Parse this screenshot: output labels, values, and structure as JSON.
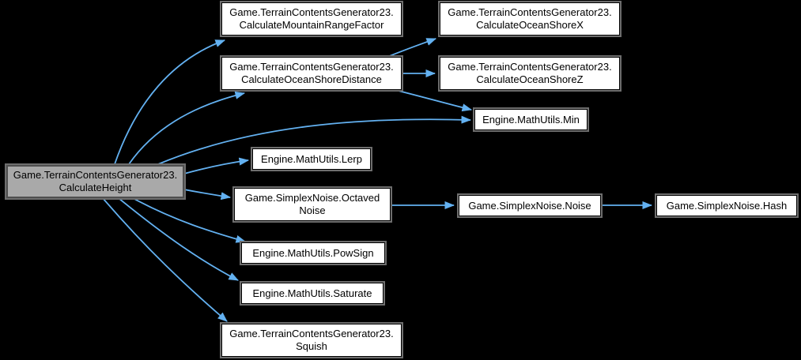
{
  "diagram": {
    "type": "call-graph",
    "background_color": "#000000",
    "edge_color": "#63B1F1",
    "node_fill_color": "#ffffff",
    "node_border_color": "#000000",
    "node_halo_color": "#6e6e6e",
    "highlighted_node_fill_color": "#A9A9A9",
    "highlighted_node_border_color": "#4f4f4f",
    "nodes": [
      {
        "id": "calculate-height",
        "lines": [
          "Game.TerrainContentsGenerator23.",
          "CalculateHeight"
        ],
        "highlighted": true
      },
      {
        "id": "calculate-mountain-range-factor",
        "lines": [
          "Game.TerrainContentsGenerator23.",
          "CalculateMountainRangeFactor"
        ]
      },
      {
        "id": "calculate-ocean-shore-distance",
        "lines": [
          "Game.TerrainContentsGenerator23.",
          "CalculateOceanShoreDistance"
        ]
      },
      {
        "id": "calculate-ocean-shore-x",
        "lines": [
          "Game.TerrainContentsGenerator23.",
          "CalculateOceanShoreX"
        ]
      },
      {
        "id": "calculate-ocean-shore-z",
        "lines": [
          "Game.TerrainContentsGenerator23.",
          "CalculateOceanShoreZ"
        ]
      },
      {
        "id": "mathutils-min",
        "lines": [
          "Engine.MathUtils.Min"
        ]
      },
      {
        "id": "mathutils-lerp",
        "lines": [
          "Engine.MathUtils.Lerp"
        ]
      },
      {
        "id": "simplexnoise-octaved-noise",
        "lines": [
          "Game.SimplexNoise.Octaved",
          "Noise"
        ]
      },
      {
        "id": "simplexnoise-noise",
        "lines": [
          "Game.SimplexNoise.Noise"
        ]
      },
      {
        "id": "simplexnoise-hash",
        "lines": [
          "Game.SimplexNoise.Hash"
        ]
      },
      {
        "id": "mathutils-powsign",
        "lines": [
          "Engine.MathUtils.PowSign"
        ]
      },
      {
        "id": "mathutils-saturate",
        "lines": [
          "Engine.MathUtils.Saturate"
        ]
      },
      {
        "id": "squish",
        "lines": [
          "Game.TerrainContentsGenerator23.",
          "Squish"
        ]
      }
    ],
    "edges": [
      {
        "from": "calculate-height",
        "to": "calculate-mountain-range-factor"
      },
      {
        "from": "calculate-height",
        "to": "calculate-ocean-shore-distance"
      },
      {
        "from": "calculate-height",
        "to": "mathutils-min"
      },
      {
        "from": "calculate-height",
        "to": "mathutils-lerp"
      },
      {
        "from": "calculate-height",
        "to": "simplexnoise-octaved-noise"
      },
      {
        "from": "calculate-height",
        "to": "mathutils-powsign"
      },
      {
        "from": "calculate-height",
        "to": "mathutils-saturate"
      },
      {
        "from": "calculate-height",
        "to": "squish"
      },
      {
        "from": "calculate-ocean-shore-distance",
        "to": "calculate-ocean-shore-x"
      },
      {
        "from": "calculate-ocean-shore-distance",
        "to": "calculate-ocean-shore-z"
      },
      {
        "from": "calculate-ocean-shore-distance",
        "to": "mathutils-min"
      },
      {
        "from": "simplexnoise-octaved-noise",
        "to": "simplexnoise-noise"
      },
      {
        "from": "simplexnoise-noise",
        "to": "simplexnoise-hash"
      }
    ]
  }
}
